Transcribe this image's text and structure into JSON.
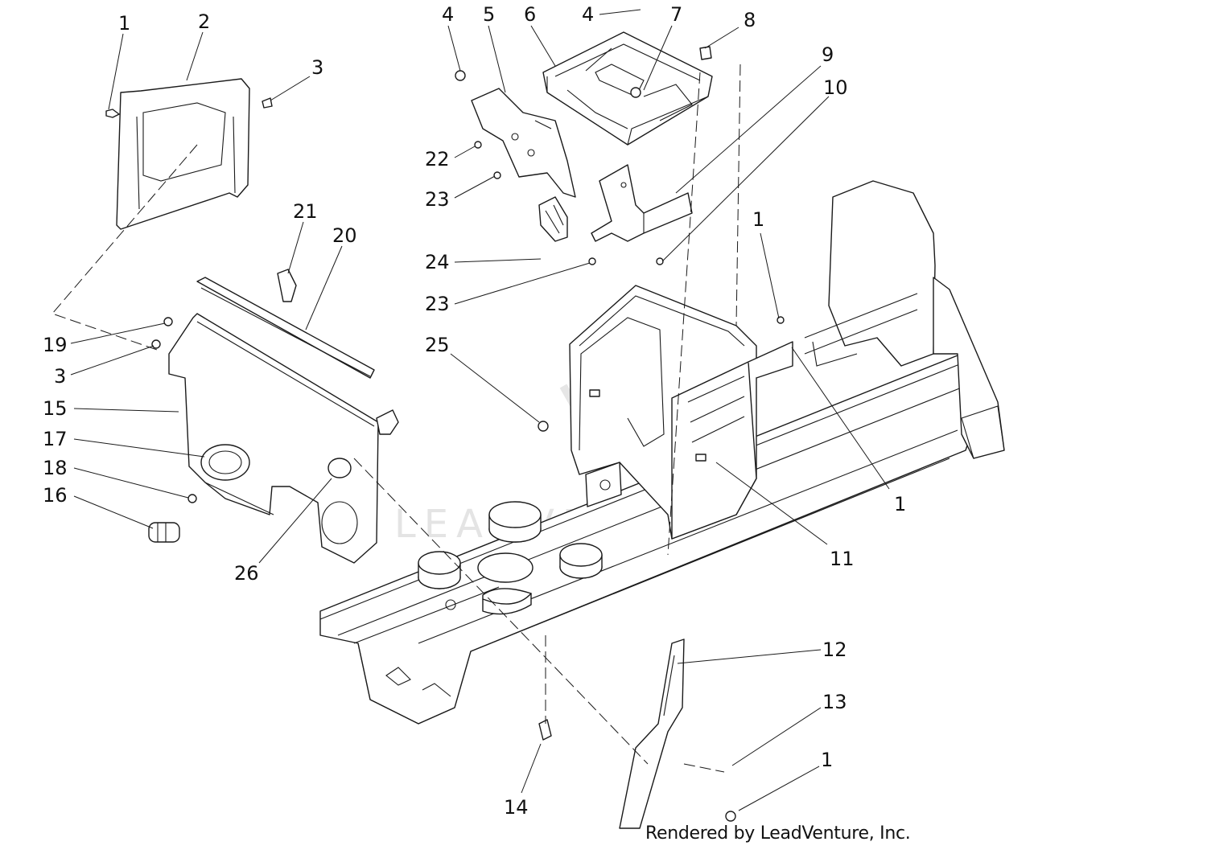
{
  "watermark": "LEADVENTURE",
  "credit": "Rendered by LeadVenture, Inc.",
  "callouts": [
    {
      "id": "c1",
      "label": "1"
    },
    {
      "id": "c2",
      "label": "2"
    },
    {
      "id": "c3",
      "label": "3"
    },
    {
      "id": "c4",
      "label": "4"
    },
    {
      "id": "c5",
      "label": "5"
    },
    {
      "id": "c6",
      "label": "6"
    },
    {
      "id": "c4b",
      "label": "4"
    },
    {
      "id": "c7",
      "label": "7"
    },
    {
      "id": "c8",
      "label": "8"
    },
    {
      "id": "c9",
      "label": "9"
    },
    {
      "id": "c10",
      "label": "10"
    },
    {
      "id": "c22",
      "label": "22"
    },
    {
      "id": "c23",
      "label": "23"
    },
    {
      "id": "c24",
      "label": "24"
    },
    {
      "id": "c23b",
      "label": "23"
    },
    {
      "id": "c25",
      "label": "25"
    },
    {
      "id": "c21",
      "label": "21"
    },
    {
      "id": "c20",
      "label": "20"
    },
    {
      "id": "c1b",
      "label": "1"
    },
    {
      "id": "c19",
      "label": "19"
    },
    {
      "id": "c3b",
      "label": "3"
    },
    {
      "id": "c15",
      "label": "15"
    },
    {
      "id": "c17",
      "label": "17"
    },
    {
      "id": "c18",
      "label": "18"
    },
    {
      "id": "c16",
      "label": "16"
    },
    {
      "id": "c26",
      "label": "26"
    },
    {
      "id": "c1c",
      "label": "1"
    },
    {
      "id": "c11",
      "label": "11"
    },
    {
      "id": "c12",
      "label": "12"
    },
    {
      "id": "c13",
      "label": "13"
    },
    {
      "id": "c1d",
      "label": "1"
    },
    {
      "id": "c14",
      "label": "14"
    }
  ]
}
